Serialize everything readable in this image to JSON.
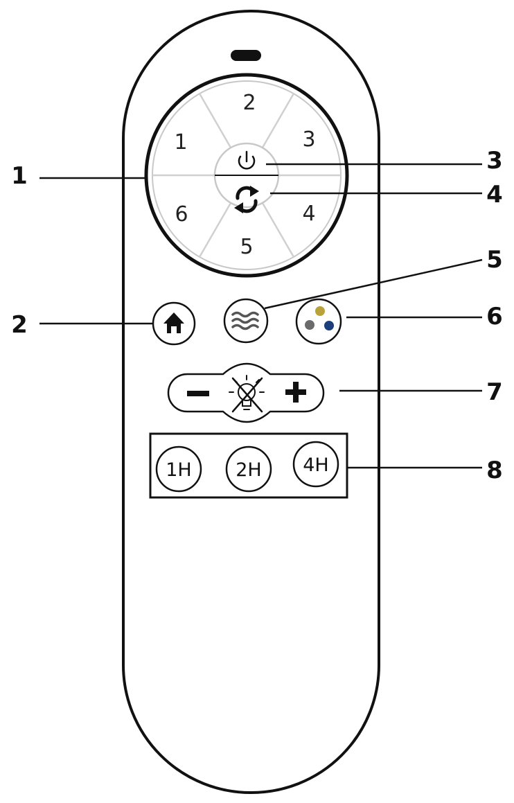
{
  "ring": {
    "segments": [
      {
        "id": "1",
        "label": "1"
      },
      {
        "id": "2",
        "label": "2"
      },
      {
        "id": "3",
        "label": "3"
      },
      {
        "id": "4",
        "label": "4"
      },
      {
        "id": "5",
        "label": "5"
      },
      {
        "id": "6",
        "label": "6"
      }
    ],
    "center_top_icon": "power-icon",
    "center_bottom_icon": "sync-icon"
  },
  "buttons": {
    "home_icon": "home-icon",
    "mode_icon": "waves-icon",
    "color_icon": "color-dots-icon",
    "color_dots": [
      "#b9a23a",
      "#6b6b6b",
      "#1c3e7a"
    ],
    "dim_minus_icon": "minus-icon",
    "dim_light_icon": "light-off-icon",
    "dim_plus_icon": "plus-icon"
  },
  "timers": [
    {
      "label": "1H"
    },
    {
      "label": "2H"
    },
    {
      "label": "4H"
    }
  ],
  "callouts": [
    {
      "label": "1"
    },
    {
      "label": "2"
    },
    {
      "label": "3"
    },
    {
      "label": "4"
    },
    {
      "label": "5"
    },
    {
      "label": "6"
    },
    {
      "label": "7"
    },
    {
      "label": "8"
    }
  ]
}
